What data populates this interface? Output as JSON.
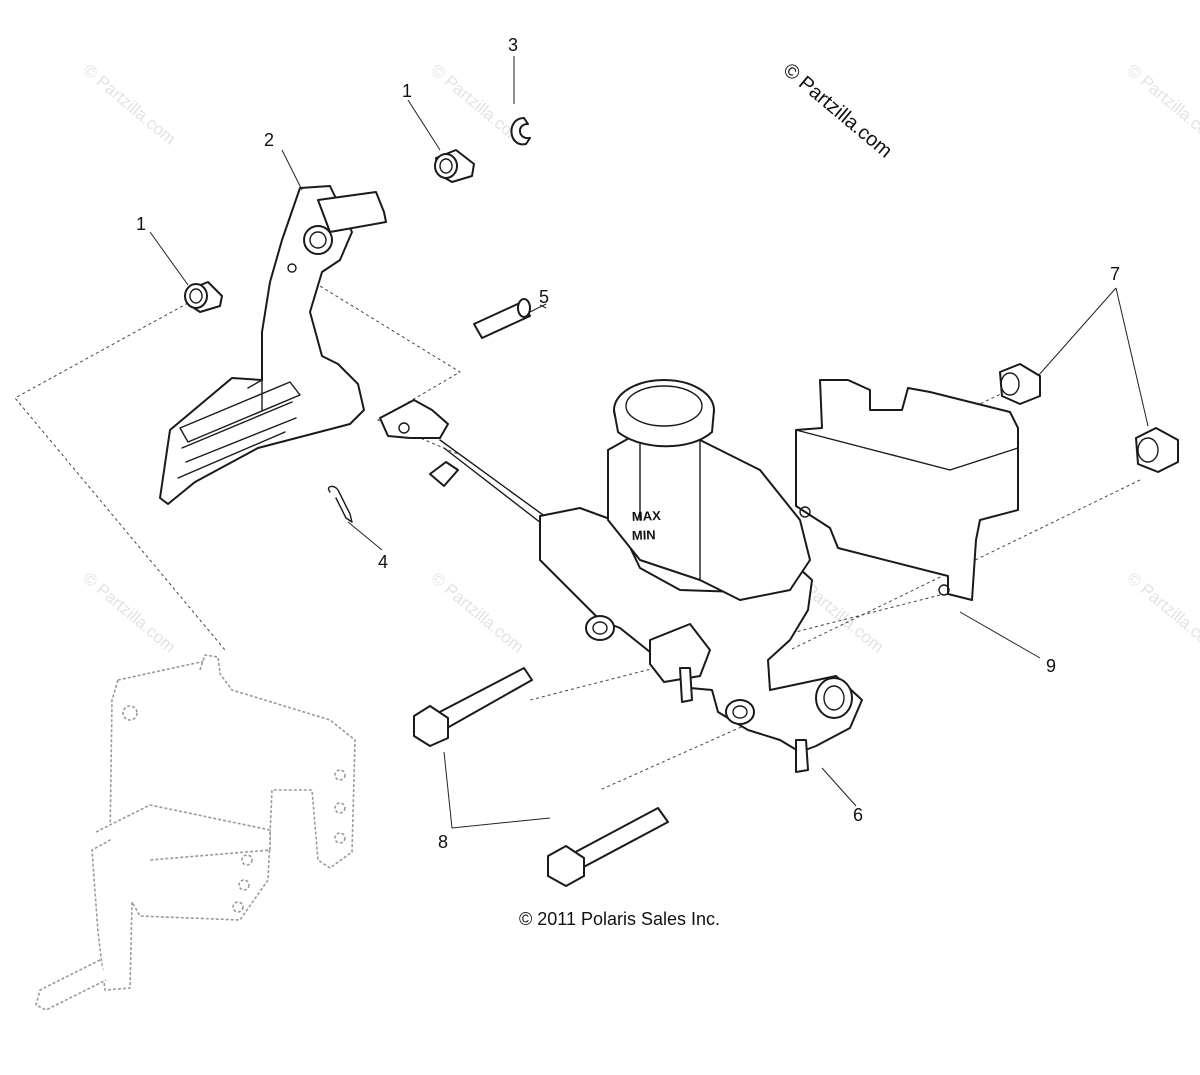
{
  "brand_watermark": "© Partzilla.com",
  "watermark_text": "© Partzilla.com",
  "copyright": "© 2011 Polaris Sales Inc.",
  "reservoir_marks": {
    "max": "MAX",
    "min": "MIN"
  },
  "callouts": {
    "c1a": "1",
    "c1b": "1",
    "c2": "2",
    "c3": "3",
    "c4": "4",
    "c5": "5",
    "c6": "6",
    "c7": "7",
    "c8": "8",
    "c9": "9"
  }
}
